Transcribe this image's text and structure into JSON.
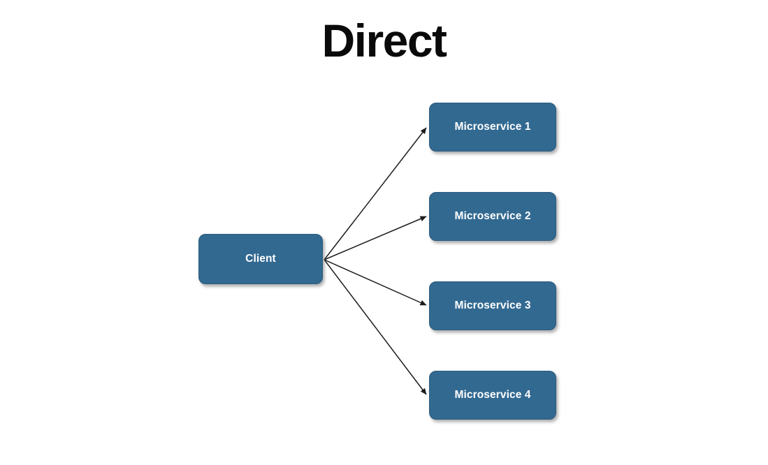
{
  "title": "Direct",
  "colors": {
    "node_fill": "#326991",
    "node_border": "#2b5b7e",
    "node_text": "#ffffff",
    "arrow": "#1c1c1c",
    "title_text": "#0a0a0a",
    "background": "#ffffff"
  },
  "nodes": {
    "client": {
      "label": "Client"
    },
    "microservices": [
      {
        "label": "Microservice 1"
      },
      {
        "label": "Microservice 2"
      },
      {
        "label": "Microservice 3"
      },
      {
        "label": "Microservice 4"
      }
    ]
  },
  "edges": [
    {
      "from": "Client",
      "to": "Microservice 1"
    },
    {
      "from": "Client",
      "to": "Microservice 2"
    },
    {
      "from": "Client",
      "to": "Microservice 3"
    },
    {
      "from": "Client",
      "to": "Microservice 4"
    }
  ]
}
